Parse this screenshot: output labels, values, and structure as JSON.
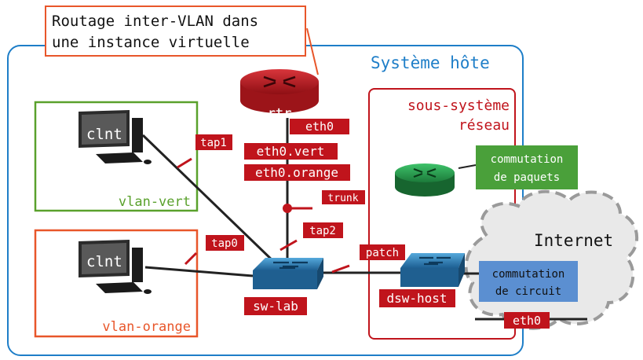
{
  "title_box": {
    "line1": "Routage inter-VLAN dans",
    "line2": "une instance virtuelle"
  },
  "host_system": {
    "label": "Système hôte"
  },
  "subsystem": {
    "line1": "sous-système",
    "line2": "réseau"
  },
  "vlans": {
    "vert": {
      "label": "vlan-vert",
      "client": "clnt",
      "tap": "tap1"
    },
    "orange": {
      "label": "vlan-orange",
      "client": "clnt",
      "tap": "tap0"
    }
  },
  "router": {
    "name": "rtr",
    "iface": "eth0",
    "subif_vert": "eth0.vert",
    "subif_orange": "eth0.orange",
    "trunk": "trunk",
    "tap": "tap2"
  },
  "packet_switching": {
    "line1": "commutation",
    "line2": "de paquets"
  },
  "circuit_switching": {
    "line1": "commutation",
    "line2": "de circuit"
  },
  "switch_lab": {
    "label": "sw-lab"
  },
  "switch_host": {
    "label": "dsw-host",
    "patch": "patch"
  },
  "internet": {
    "label": "Internet",
    "iface": "eth0"
  },
  "colors": {
    "red": "#c0141c",
    "green": "#5aa12c",
    "orange": "#e8562a",
    "blue": "#1e7ec8",
    "switch": "#3a8fc6",
    "cloud": "#e9e9e9",
    "circuit_box": "#5b8fd1",
    "packet_box": "#4aa03a"
  }
}
